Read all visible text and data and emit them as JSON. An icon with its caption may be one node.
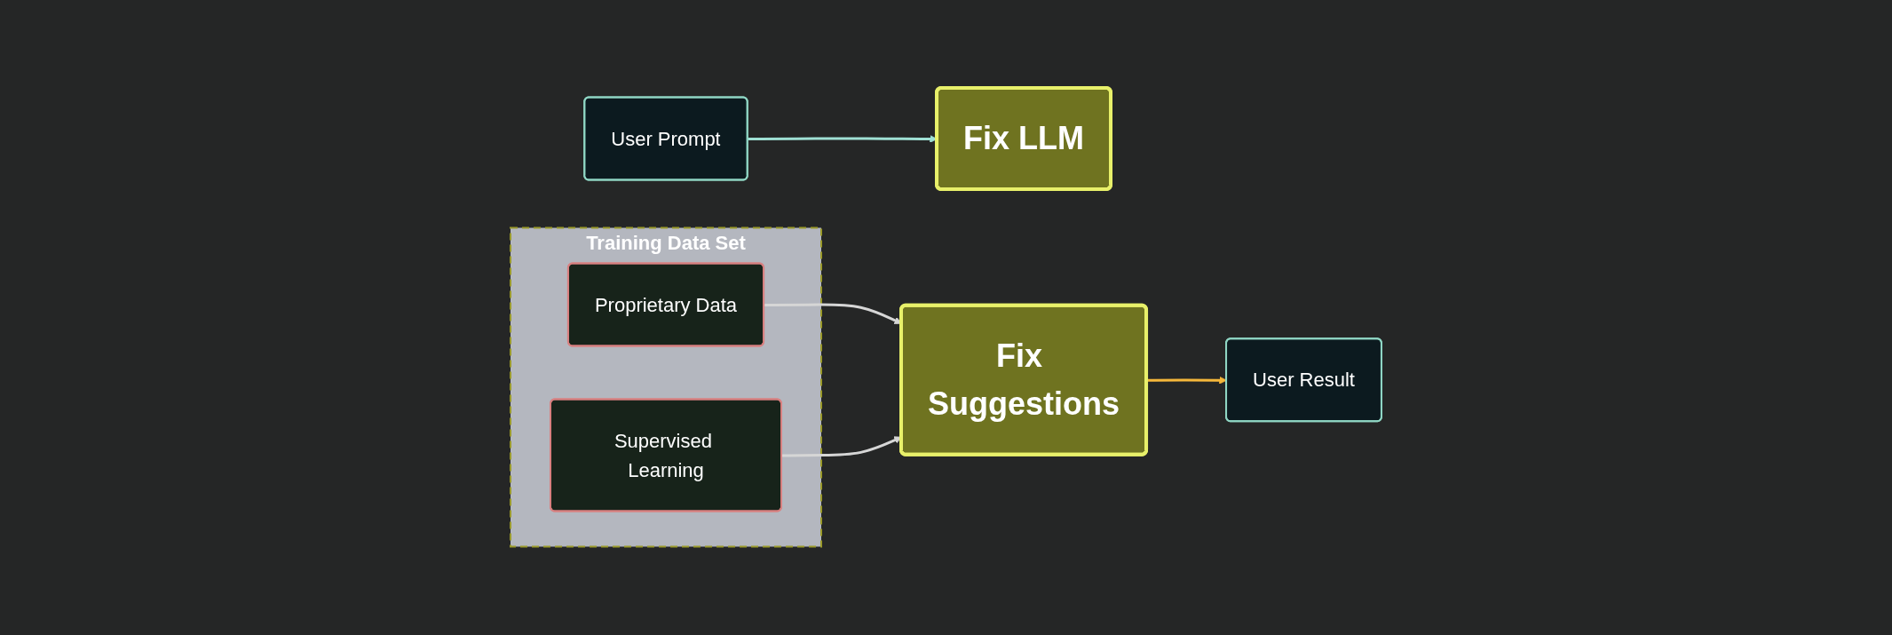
{
  "diagram": {
    "nodes": [
      {
        "text": [
          "User Prompt"
        ]
      },
      {
        "text": [
          "Fix LLM"
        ]
      },
      {
        "text": [
          "Training Data Set"
        ]
      },
      {
        "text": [
          "Proprietary Data"
        ],
        "in": 2
      },
      {
        "text": [
          "Supervised Learning"
        ],
        "in": 2
      },
      {
        "text": [
          "Fix Suggestions"
        ]
      },
      {
        "text": [
          "User Result"
        ]
      }
    ],
    "edges": [
      {
        "from": 0,
        "to": 1,
        "arrow": "to",
        "color": "#9fe0d4"
      },
      {
        "from": 3,
        "to": 5,
        "arrow": "to"
      },
      {
        "from": 4,
        "to": 5,
        "arrow": "to"
      },
      {
        "from": 5,
        "to": 6,
        "arrow": "to",
        "color": "#f5b73b"
      }
    ]
  }
}
